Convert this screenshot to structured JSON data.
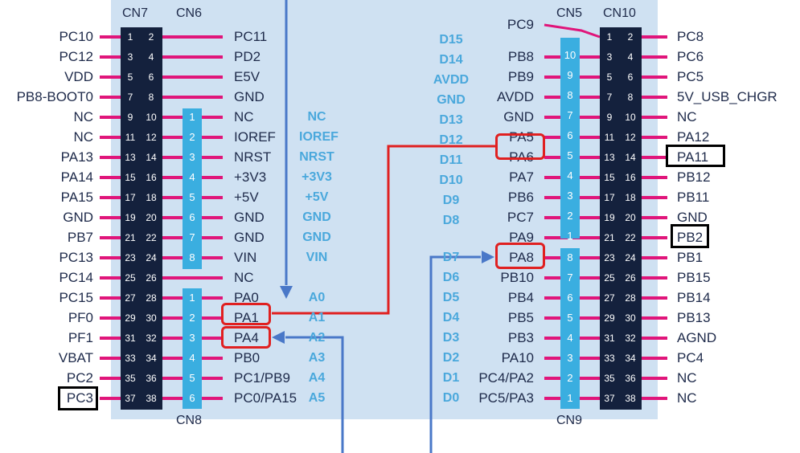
{
  "headers": {
    "cn7": "CN7",
    "cn6": "CN6",
    "cn8": "CN8",
    "cn5": "CN5",
    "cn10": "CN10",
    "cn9": "CN9"
  },
  "cn7_left": [
    "PC10",
    "PC12",
    "VDD",
    "PB8-BOOT0",
    "NC",
    "NC",
    "PA13",
    "PA14",
    "PA15",
    "GND",
    "PB7",
    "PC13",
    "PC14",
    "PC15",
    "PF0",
    "PF1",
    "VBAT",
    "PC2",
    "PC3"
  ],
  "cn7_right": [
    "PC11",
    "PD2",
    "E5V",
    "GND",
    "NC",
    "IOREF",
    "NRST",
    "+3V3",
    "+5V",
    "GND",
    "GND",
    "VIN",
    "NC",
    "PA0",
    "PA1",
    "PA4",
    "PB0",
    "PC1/PB9",
    "PC0/PA15"
  ],
  "cn7_pins_odd": [
    "1",
    "3",
    "5",
    "7",
    "9",
    "11",
    "13",
    "15",
    "17",
    "19",
    "21",
    "23",
    "25",
    "27",
    "29",
    "31",
    "33",
    "35",
    "37"
  ],
  "cn7_pins_even": [
    "2",
    "4",
    "6",
    "8",
    "10",
    "12",
    "14",
    "16",
    "18",
    "20",
    "22",
    "24",
    "26",
    "28",
    "30",
    "32",
    "34",
    "36",
    "38"
  ],
  "cn6_pins": [
    "1",
    "2",
    "3",
    "4",
    "5",
    "6",
    "7",
    "8"
  ],
  "cn8_pins": [
    "1",
    "2",
    "3",
    "4",
    "5",
    "6"
  ],
  "arduino_left": [
    "NC",
    "IOREF",
    "NRST",
    "+3V3",
    "+5V",
    "GND",
    "GND",
    "VIN",
    "A0",
    "A1",
    "A2",
    "A3",
    "A4",
    "A5"
  ],
  "arduino_right_top": [
    "D15",
    "D14",
    "AVDD",
    "GND",
    "D13",
    "D12",
    "D11",
    "D10",
    "D9",
    "D8"
  ],
  "arduino_right_bottom": [
    "D7",
    "D6",
    "D5",
    "D4",
    "D3",
    "D2",
    "D1",
    "D0"
  ],
  "cn10_left": [
    "PC9",
    "PB8",
    "PB9",
    "AVDD",
    "GND",
    "PA5",
    "PA6",
    "PA7",
    "PB6",
    "PC7",
    "PA9",
    "PA8",
    "PB10",
    "PB4",
    "PB5",
    "PB3",
    "PA10",
    "PC4/PA2",
    "PC5/PA3"
  ],
  "cn10_right": [
    "PC8",
    "PC6",
    "PC5",
    "5V_USB_CHGR",
    "NC",
    "PA12",
    "PA11",
    "PB12",
    "PB11",
    "GND",
    "PB2",
    "PB1",
    "PB15",
    "PB14",
    "PB13",
    "AGND",
    "PC4",
    "NC",
    "NC"
  ],
  "cn10_pins_odd": [
    "1",
    "3",
    "5",
    "7",
    "9",
    "11",
    "13",
    "15",
    "17",
    "19",
    "21",
    "23",
    "25",
    "27",
    "29",
    "31",
    "33",
    "35",
    "37"
  ],
  "cn10_pins_even": [
    "2",
    "4",
    "6",
    "8",
    "10",
    "12",
    "14",
    "16",
    "18",
    "20",
    "22",
    "24",
    "26",
    "28",
    "30",
    "32",
    "34",
    "36",
    "38"
  ],
  "cn5_pins": [
    "10",
    "9",
    "8",
    "7",
    "6",
    "5",
    "4",
    "3",
    "2",
    "1"
  ],
  "cn9_pins": [
    "8",
    "7",
    "6",
    "5",
    "4",
    "3",
    "2",
    "1"
  ],
  "highlights": {
    "red": [
      "PA1",
      "PA4",
      "PA6",
      "PA8"
    ],
    "black": [
      "PC3",
      "PA11",
      "PB2"
    ]
  },
  "colors": {
    "board": "#cfe1f2",
    "header_dark": "#14213d",
    "header_cyan": "#3aaee0",
    "lead": "#e0157a",
    "arduino_text": "#4aa8dc",
    "highlight_red": "#e02020",
    "arrow_blue": "#4a78c8",
    "label": "#1e2a4a"
  }
}
